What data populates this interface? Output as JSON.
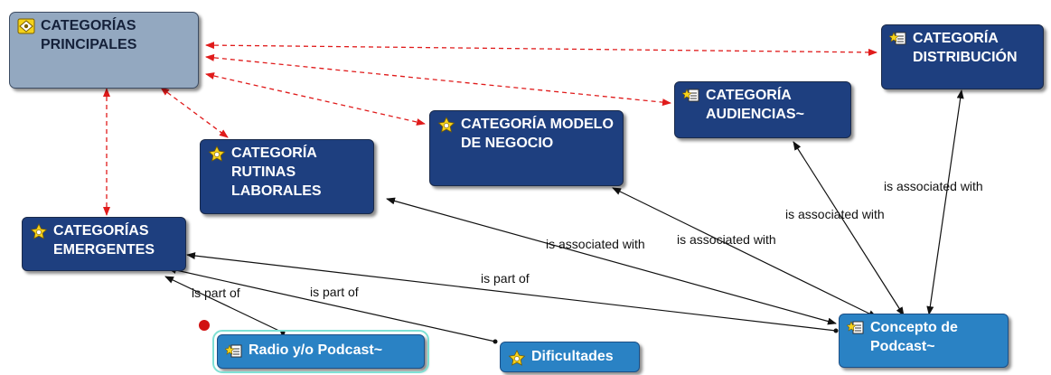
{
  "nodes": {
    "principales": {
      "label": "CATEGORÍAS PRINCIPALES",
      "icon": "category-root-icon"
    },
    "distribucion": {
      "label": "CATEGORÍA DISTRIBUCIÓN",
      "icon": "code-group-icon"
    },
    "audiencias": {
      "label": "CATEGORÍA AUDIENCIAS~",
      "icon": "code-group-icon"
    },
    "modelo": {
      "label": "CATEGORÍA MODELO DE NEGOCIO",
      "icon": "code-star-icon"
    },
    "rutinas": {
      "label": "CATEGORÍA RUTINAS LABORALES",
      "icon": "code-star-icon"
    },
    "emergentes": {
      "label": "CATEGORÍAS EMERGENTES",
      "icon": "code-star-icon"
    },
    "concepto": {
      "label": "Concepto de Podcast~",
      "icon": "code-group-icon"
    },
    "radio": {
      "label": "Radio y/o Podcast~",
      "icon": "code-group-icon"
    },
    "dificultades": {
      "label": "Dificultades",
      "icon": "code-star-icon"
    }
  },
  "edge_labels": {
    "assoc_rutinas": "is associated with",
    "assoc_modelo": "is associated with",
    "assoc_audiencias": "is associated with",
    "assoc_distribucion": "is associated with",
    "partof_concepto": "is part of",
    "partof_radio": "is part of",
    "partof_dificultades": "is part of"
  },
  "colors": {
    "node_dark": "#1e3f7f",
    "node_light": "#2a82c4",
    "node_root": "#93a8c0",
    "link_dashed": "#e01b1b",
    "link_solid": "#111111",
    "selection": "#7fe0d4"
  }
}
